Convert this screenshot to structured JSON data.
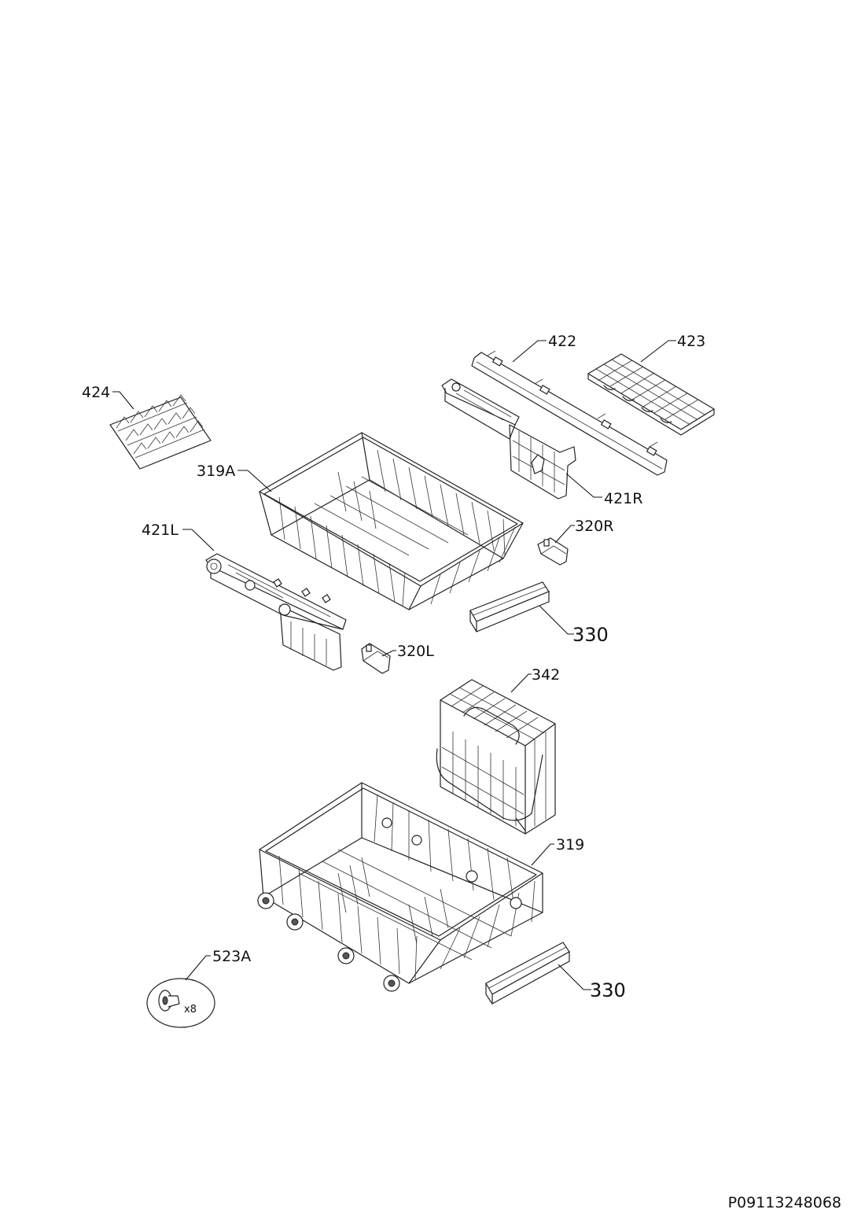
{
  "labels": {
    "p424": "424",
    "p422": "422",
    "p423": "423",
    "p319A": "319A",
    "p421R": "421R",
    "p421L": "421L",
    "p320R": "320R",
    "p330_upper": "330",
    "p320L": "320L",
    "p342": "342",
    "p319": "319",
    "p523A": "523A",
    "p330_lower": "330",
    "quantity_x8": "x8"
  },
  "document_number": "P09113248068"
}
